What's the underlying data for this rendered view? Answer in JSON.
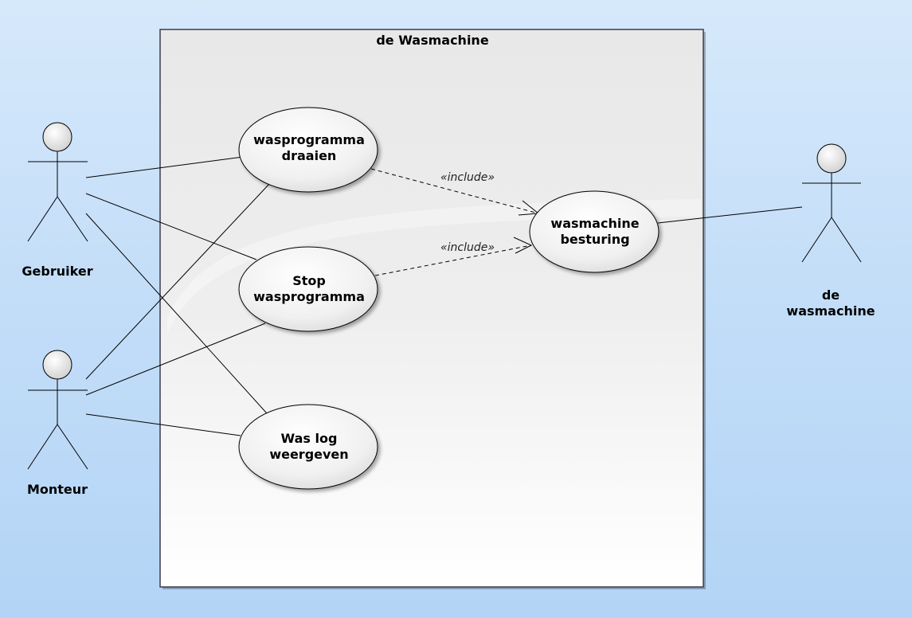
{
  "system": {
    "title": "de Wasmachine"
  },
  "actors": {
    "gebruiker": "Gebruiker",
    "monteur": "Monteur",
    "wasmachine": [
      "de",
      "wasmachine"
    ]
  },
  "use_cases": {
    "draaien": [
      "wasprogramma",
      "draaien"
    ],
    "stop": [
      "Stop",
      "wasprogramma"
    ],
    "log": [
      "Was log",
      "weergeven"
    ],
    "besturing": [
      "wasmachine",
      "besturing"
    ]
  },
  "relations": {
    "include_label_1": "«include»",
    "include_label_2": "«include»"
  },
  "colors": {
    "line": "#000000",
    "usecase_fill": "#f2f2f2",
    "system_border": "#4a4a5a"
  }
}
